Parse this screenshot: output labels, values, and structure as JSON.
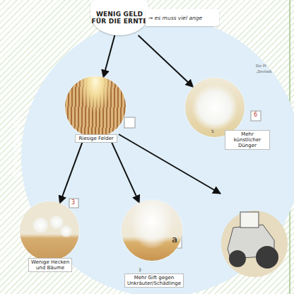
{
  "diagram": {
    "nodes": [
      {
        "text": [
          "WENIG GELD FÜR DIE ERNTE"
        ]
      },
      {
        "text": [
          "→ es muss viel ange"
        ]
      },
      {
        "text": [
          "Riesige Felder"
        ]
      },
      {
        "text": [
          "Mehr künstlicher Dünger"
        ]
      },
      {
        "text": [
          "Wenige Hecken und Bäume"
        ]
      },
      {
        "text": [
          "Mehr Gift gegen Unkräuter/Schädlinge"
        ]
      }
    ],
    "edges": [
      {
        "from": 0,
        "to": 2,
        "arrow": "to"
      },
      {
        "from": 0,
        "to": 3,
        "arrow": "to"
      },
      {
        "from": 2,
        "to": 4,
        "arrow": "to"
      },
      {
        "from": 2,
        "to": 5,
        "arrow": "to"
      }
    ],
    "labels": [
      "© Pindactica",
      "Die Pf",
      "„Deshalb",
      "6",
      "5",
      "3",
      "a",
      "3"
    ]
  }
}
